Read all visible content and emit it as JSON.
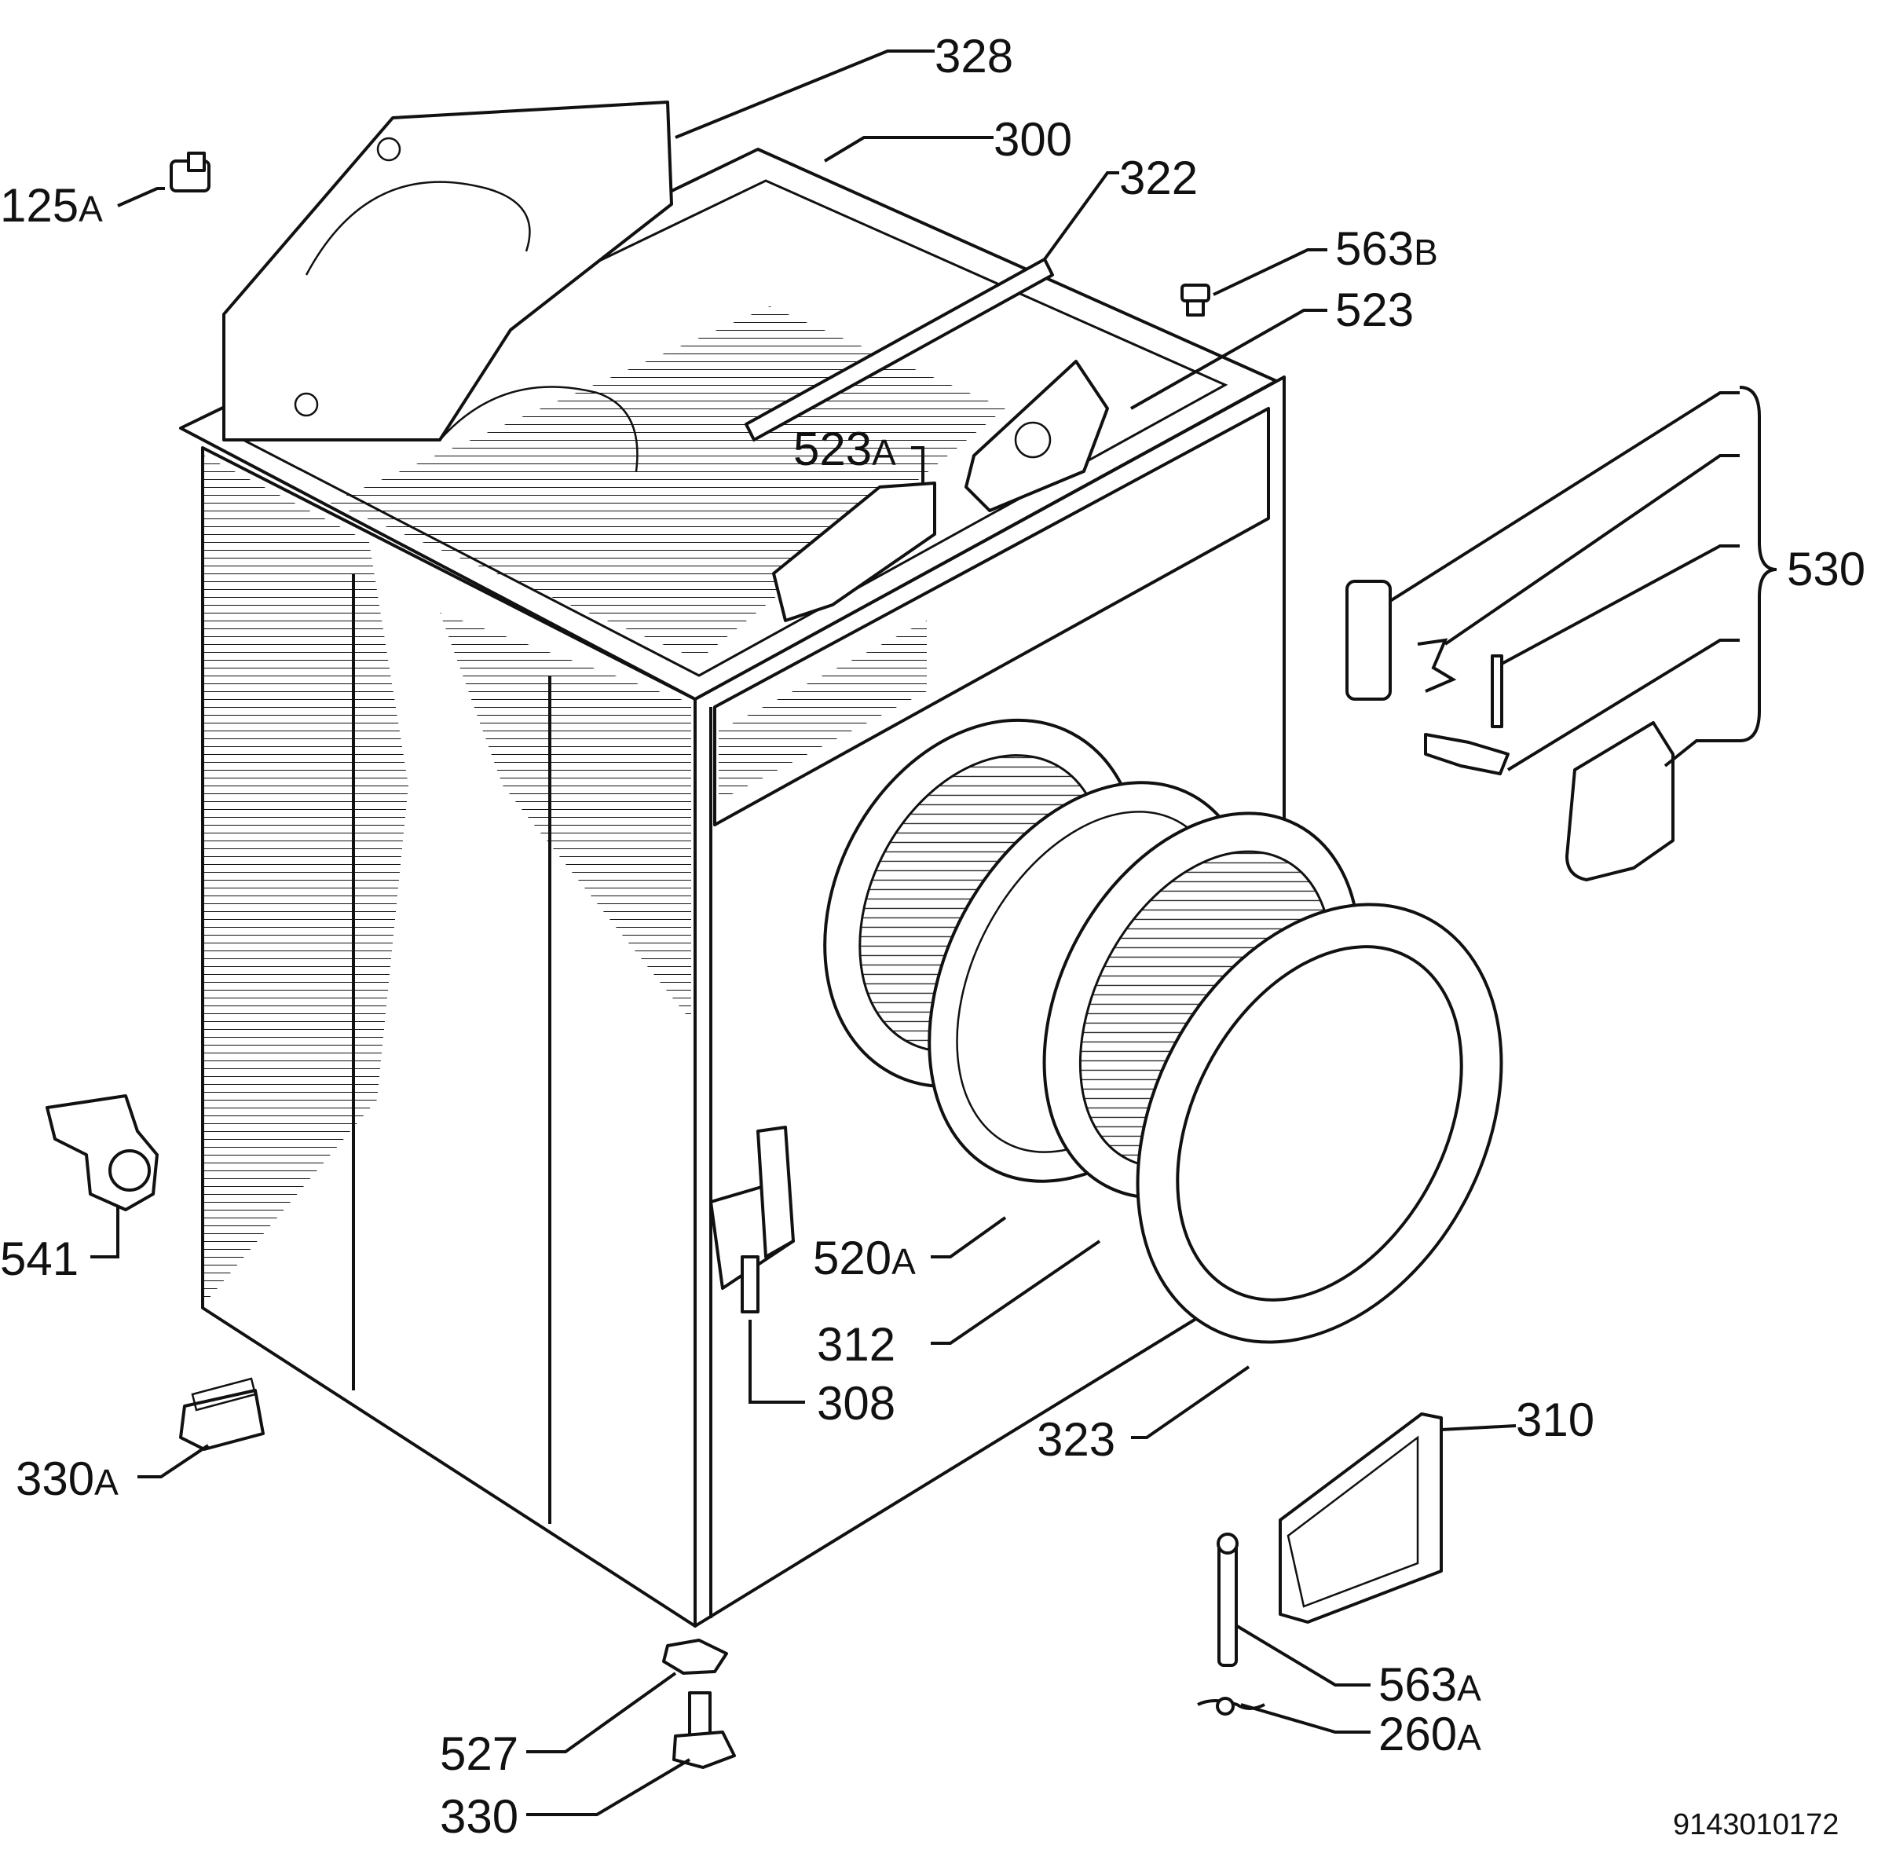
{
  "labels": {
    "l328": {
      "num": "328",
      "suffix": ""
    },
    "l300": {
      "num": "300",
      "suffix": ""
    },
    "l322": {
      "num": "322",
      "suffix": ""
    },
    "l125a": {
      "num": "125",
      "suffix": "A"
    },
    "l563b": {
      "num": "563",
      "suffix": "B"
    },
    "l523": {
      "num": "523",
      "suffix": ""
    },
    "l523a": {
      "num": "523",
      "suffix": "A"
    },
    "l530": {
      "num": "530",
      "suffix": ""
    },
    "l541": {
      "num": "541",
      "suffix": ""
    },
    "l520a": {
      "num": "520",
      "suffix": "A"
    },
    "l312": {
      "num": "312",
      "suffix": ""
    },
    "l308": {
      "num": "308",
      "suffix": ""
    },
    "l323": {
      "num": "323",
      "suffix": ""
    },
    "l310": {
      "num": "310",
      "suffix": ""
    },
    "l330a": {
      "num": "330",
      "suffix": "A"
    },
    "l563a": {
      "num": "563",
      "suffix": "A"
    },
    "l260a": {
      "num": "260",
      "suffix": "A"
    },
    "l527": {
      "num": "527",
      "suffix": ""
    },
    "l330": {
      "num": "330",
      "suffix": ""
    }
  },
  "drawing_code": "9143010172"
}
